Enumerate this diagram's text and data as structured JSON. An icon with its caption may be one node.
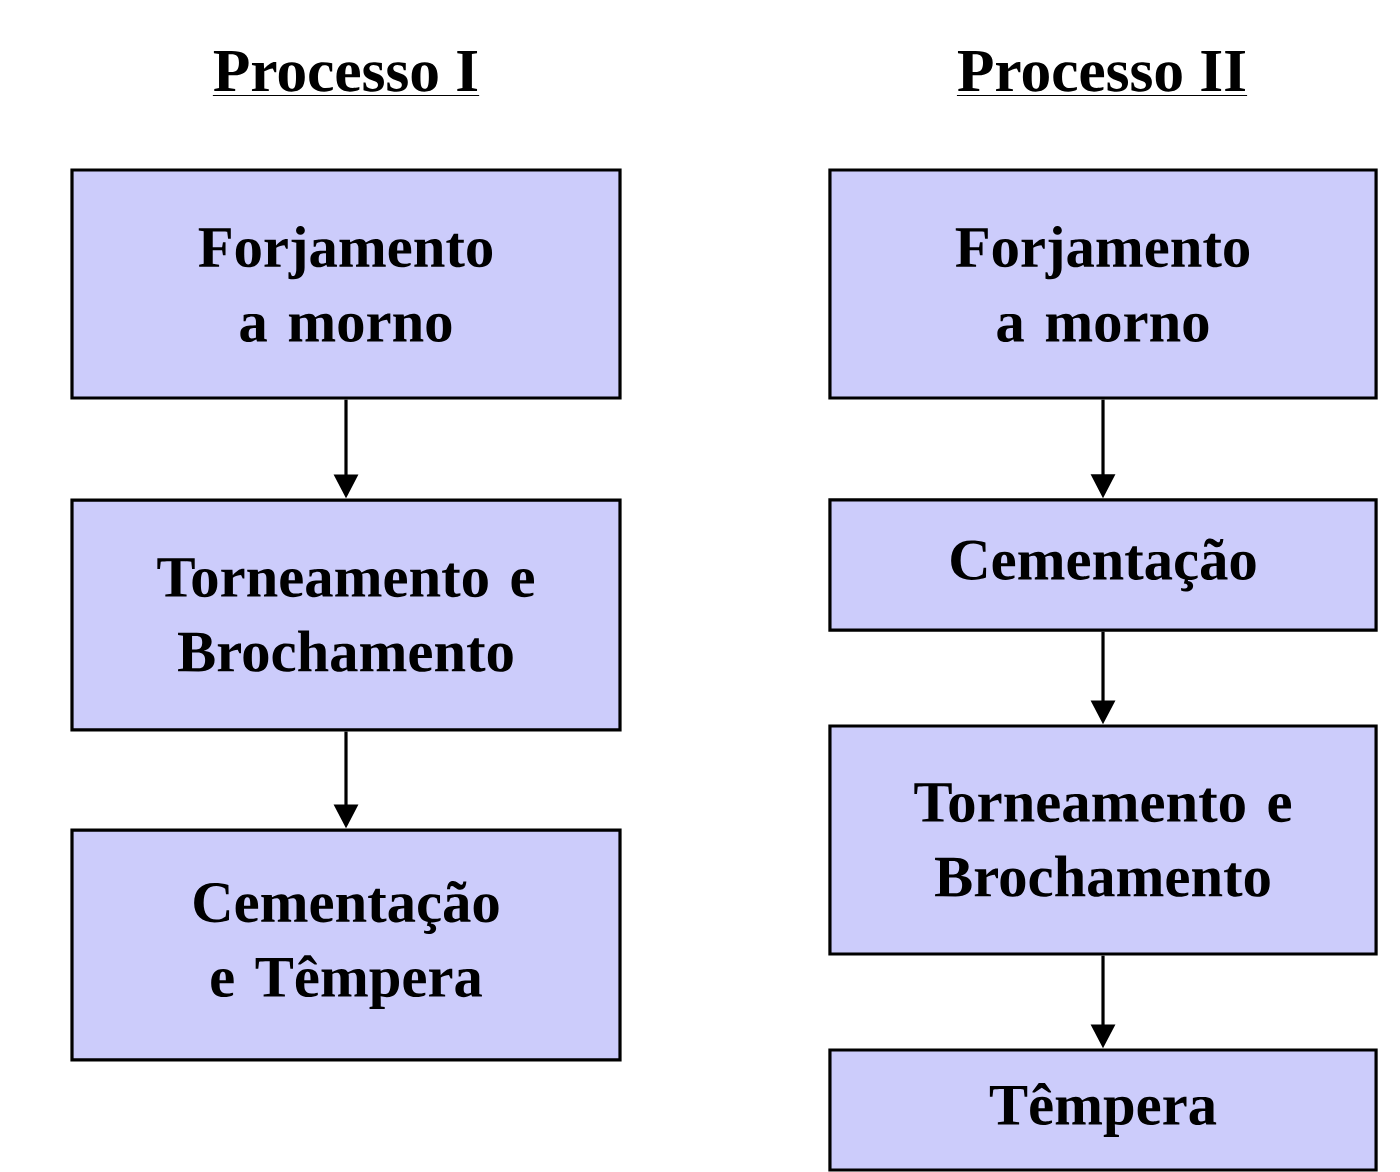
{
  "diagram": {
    "nodes": [
      {
        "text": [
          "Forjamento a morno"
        ]
      },
      {
        "text": [
          "Torneamento e Brochamento"
        ]
      },
      {
        "text": [
          "Cementação e Têmpera"
        ]
      },
      {
        "text": [
          "Forjamento a morno"
        ]
      },
      {
        "text": [
          "Cementação"
        ]
      },
      {
        "text": [
          "Torneamento e Brochamento"
        ]
      },
      {
        "text": [
          "Têmpera"
        ]
      }
    ],
    "edges": [
      {
        "from": 0,
        "to": 1,
        "arrow": "to"
      },
      {
        "from": 1,
        "to": 2,
        "arrow": "to"
      },
      {
        "from": 3,
        "to": 4,
        "arrow": "to"
      },
      {
        "from": 4,
        "to": 5,
        "arrow": "to"
      },
      {
        "from": 5,
        "to": 6,
        "arrow": "to"
      }
    ],
    "labels": [
      "Processo I",
      "Processo II"
    ]
  }
}
